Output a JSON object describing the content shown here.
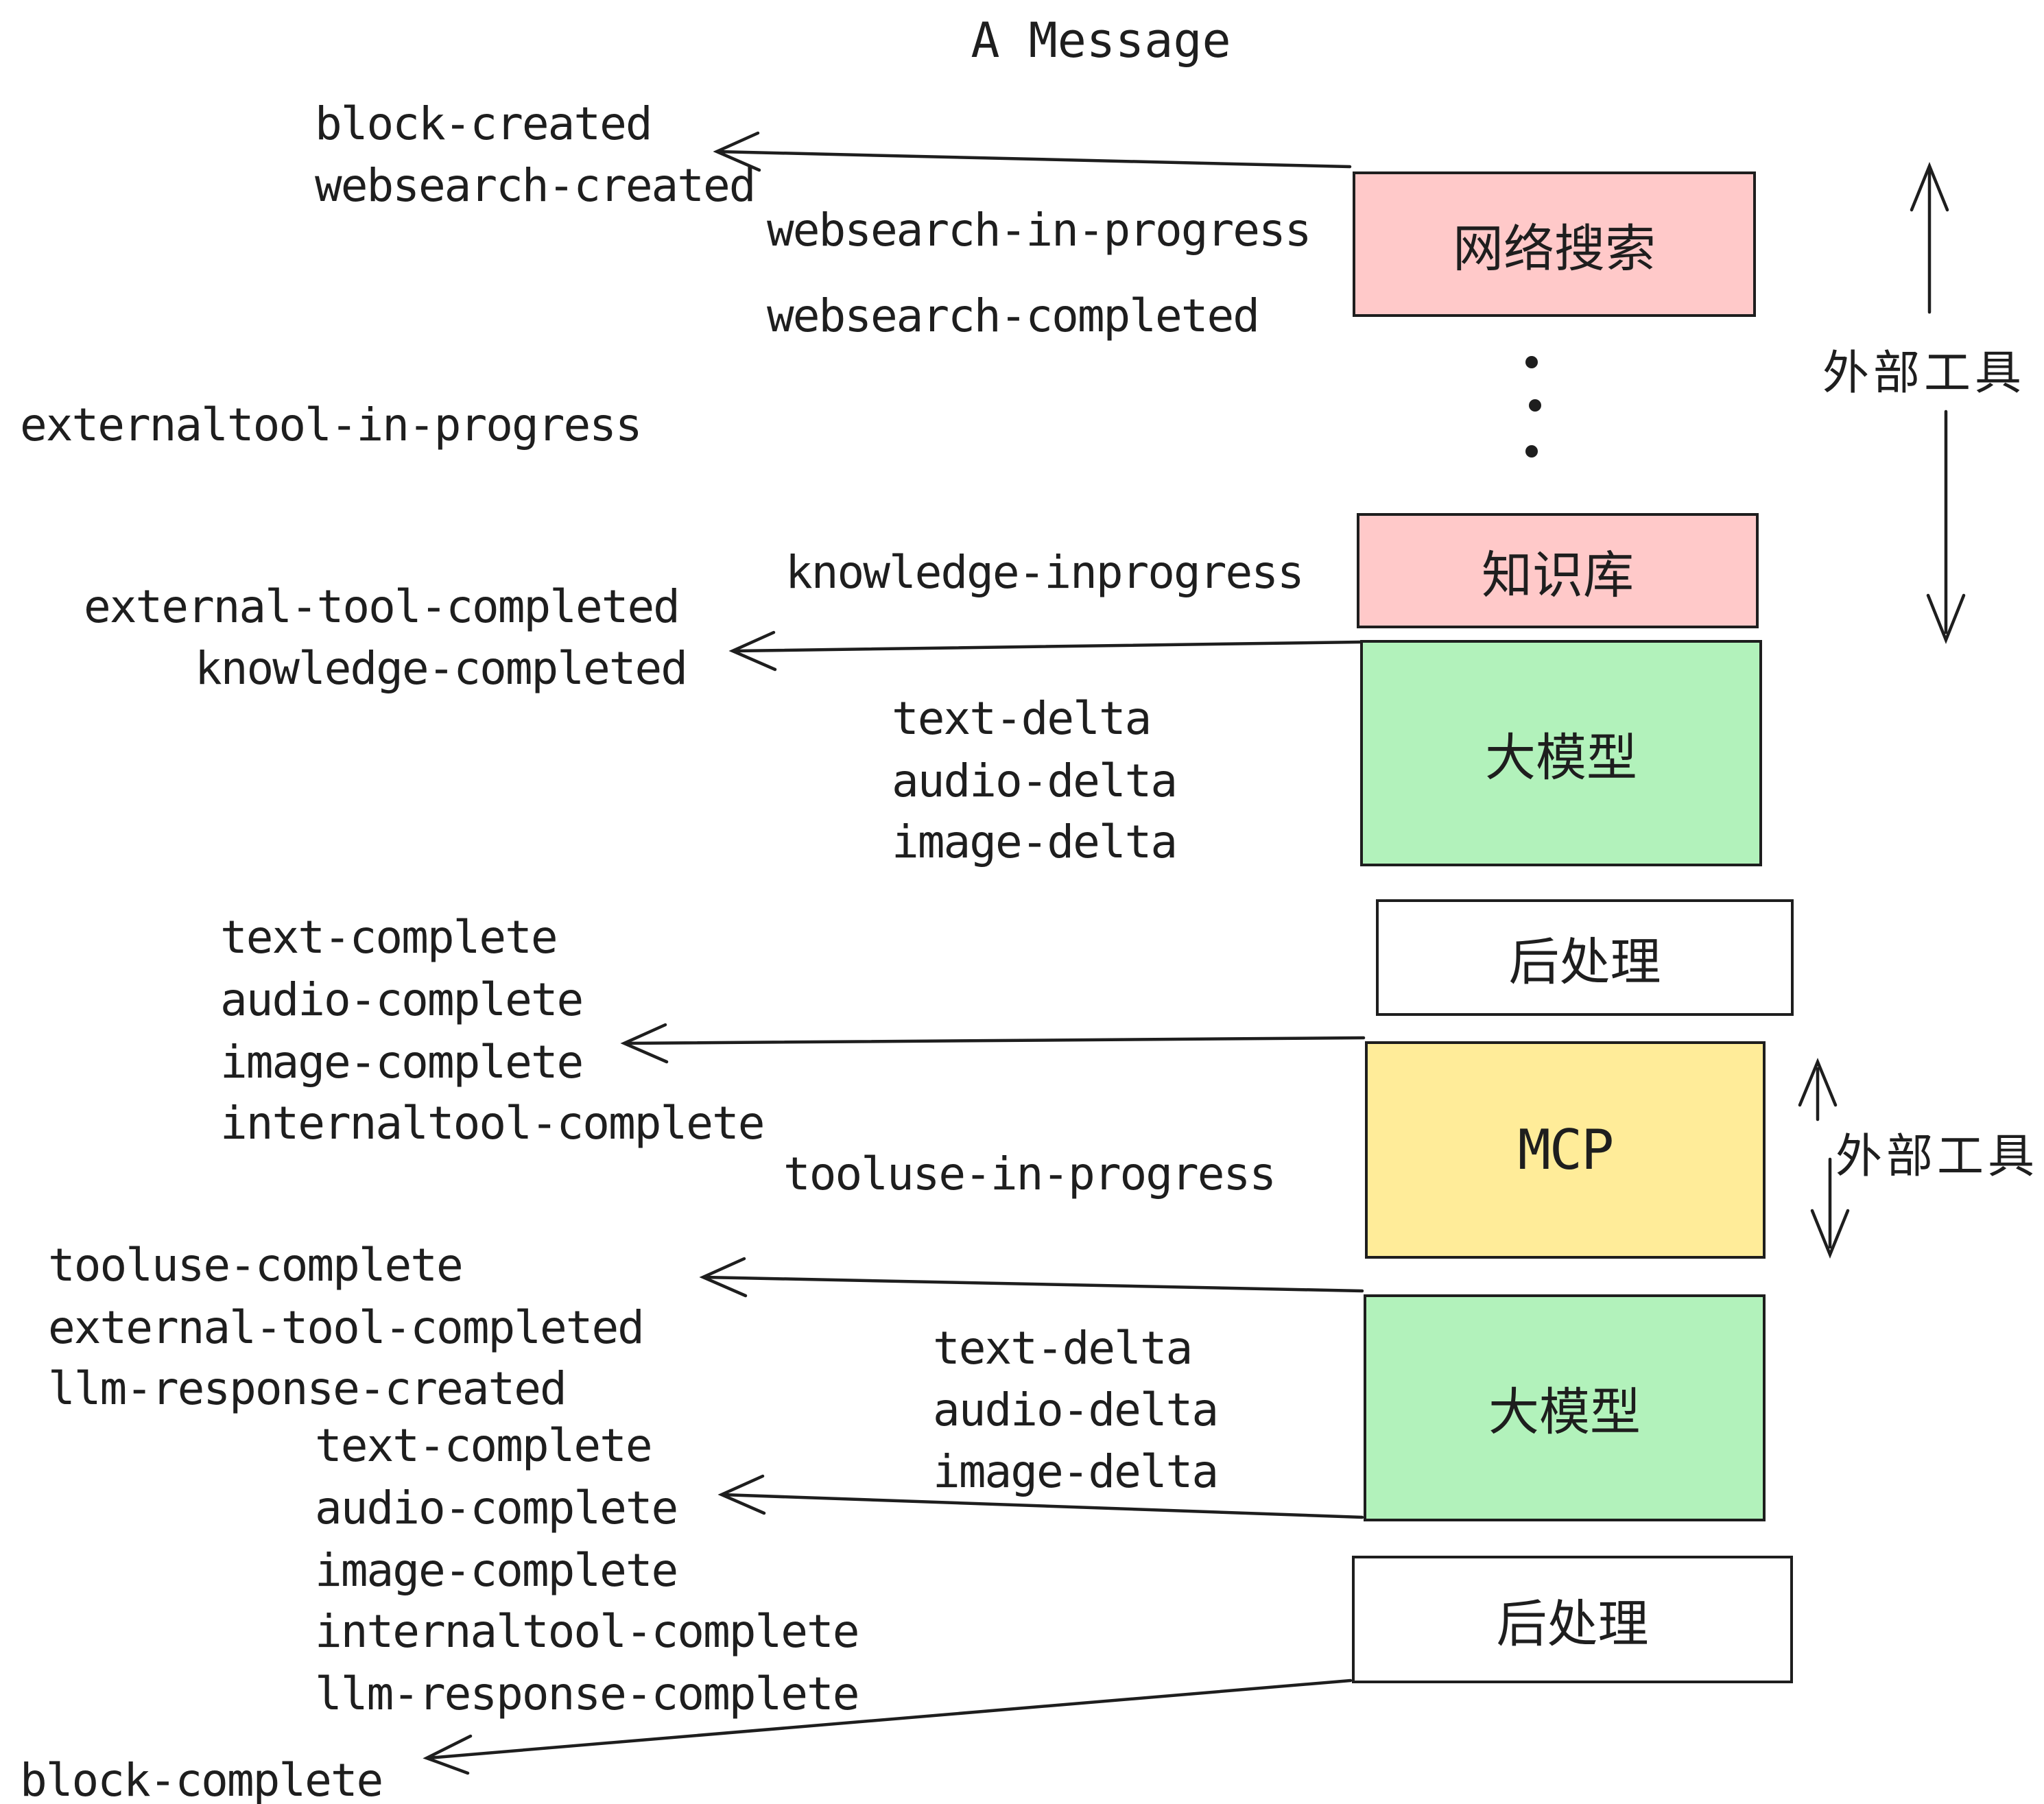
{
  "title": "A Message",
  "colors": {
    "ink": "#1e1e1e",
    "pink": "#ffc9c9",
    "green": "#b2f2bb",
    "yellow": "#ffec99",
    "white": "#ffffff"
  },
  "boxes": [
    {
      "id": "websearch",
      "label": "网络搜索"
    },
    {
      "id": "knowledge",
      "label": "知识库"
    },
    {
      "id": "llm-1",
      "label": "大模型"
    },
    {
      "id": "postprocess-1",
      "label": "后处理"
    },
    {
      "id": "mcp",
      "label": "MCP"
    },
    {
      "id": "llm-2",
      "label": "大模型"
    },
    {
      "id": "postprocess-2",
      "label": "后处理"
    }
  ],
  "side_annotations": [
    {
      "label": "外部工具"
    },
    {
      "label": "外部工具"
    }
  ],
  "events": [
    {
      "text": "block-created"
    },
    {
      "text": "websearch-created"
    },
    {
      "text": "websearch-in-progress"
    },
    {
      "text": "websearch-completed"
    },
    {
      "text": "externaltool-in-progress"
    },
    {
      "text": "knowledge-inprogress"
    },
    {
      "text": "external-tool-completed"
    },
    {
      "text": "knowledge-completed"
    },
    {
      "text": "text-delta"
    },
    {
      "text": "audio-delta"
    },
    {
      "text": "image-delta"
    },
    {
      "text": "text-complete"
    },
    {
      "text": "audio-complete"
    },
    {
      "text": "image-complete"
    },
    {
      "text": "internaltool-complete"
    },
    {
      "text": "tooluse-in-progress"
    },
    {
      "text": "tooluse-complete"
    },
    {
      "text": "external-tool-completed"
    },
    {
      "text": "llm-response-created"
    },
    {
      "text": "text-delta"
    },
    {
      "text": "audio-delta"
    },
    {
      "text": "image-delta"
    },
    {
      "text": "text-complete"
    },
    {
      "text": "audio-complete"
    },
    {
      "text": "image-complete"
    },
    {
      "text": "internaltool-complete"
    },
    {
      "text": "llm-response-complete"
    },
    {
      "text": "block-complete"
    }
  ]
}
